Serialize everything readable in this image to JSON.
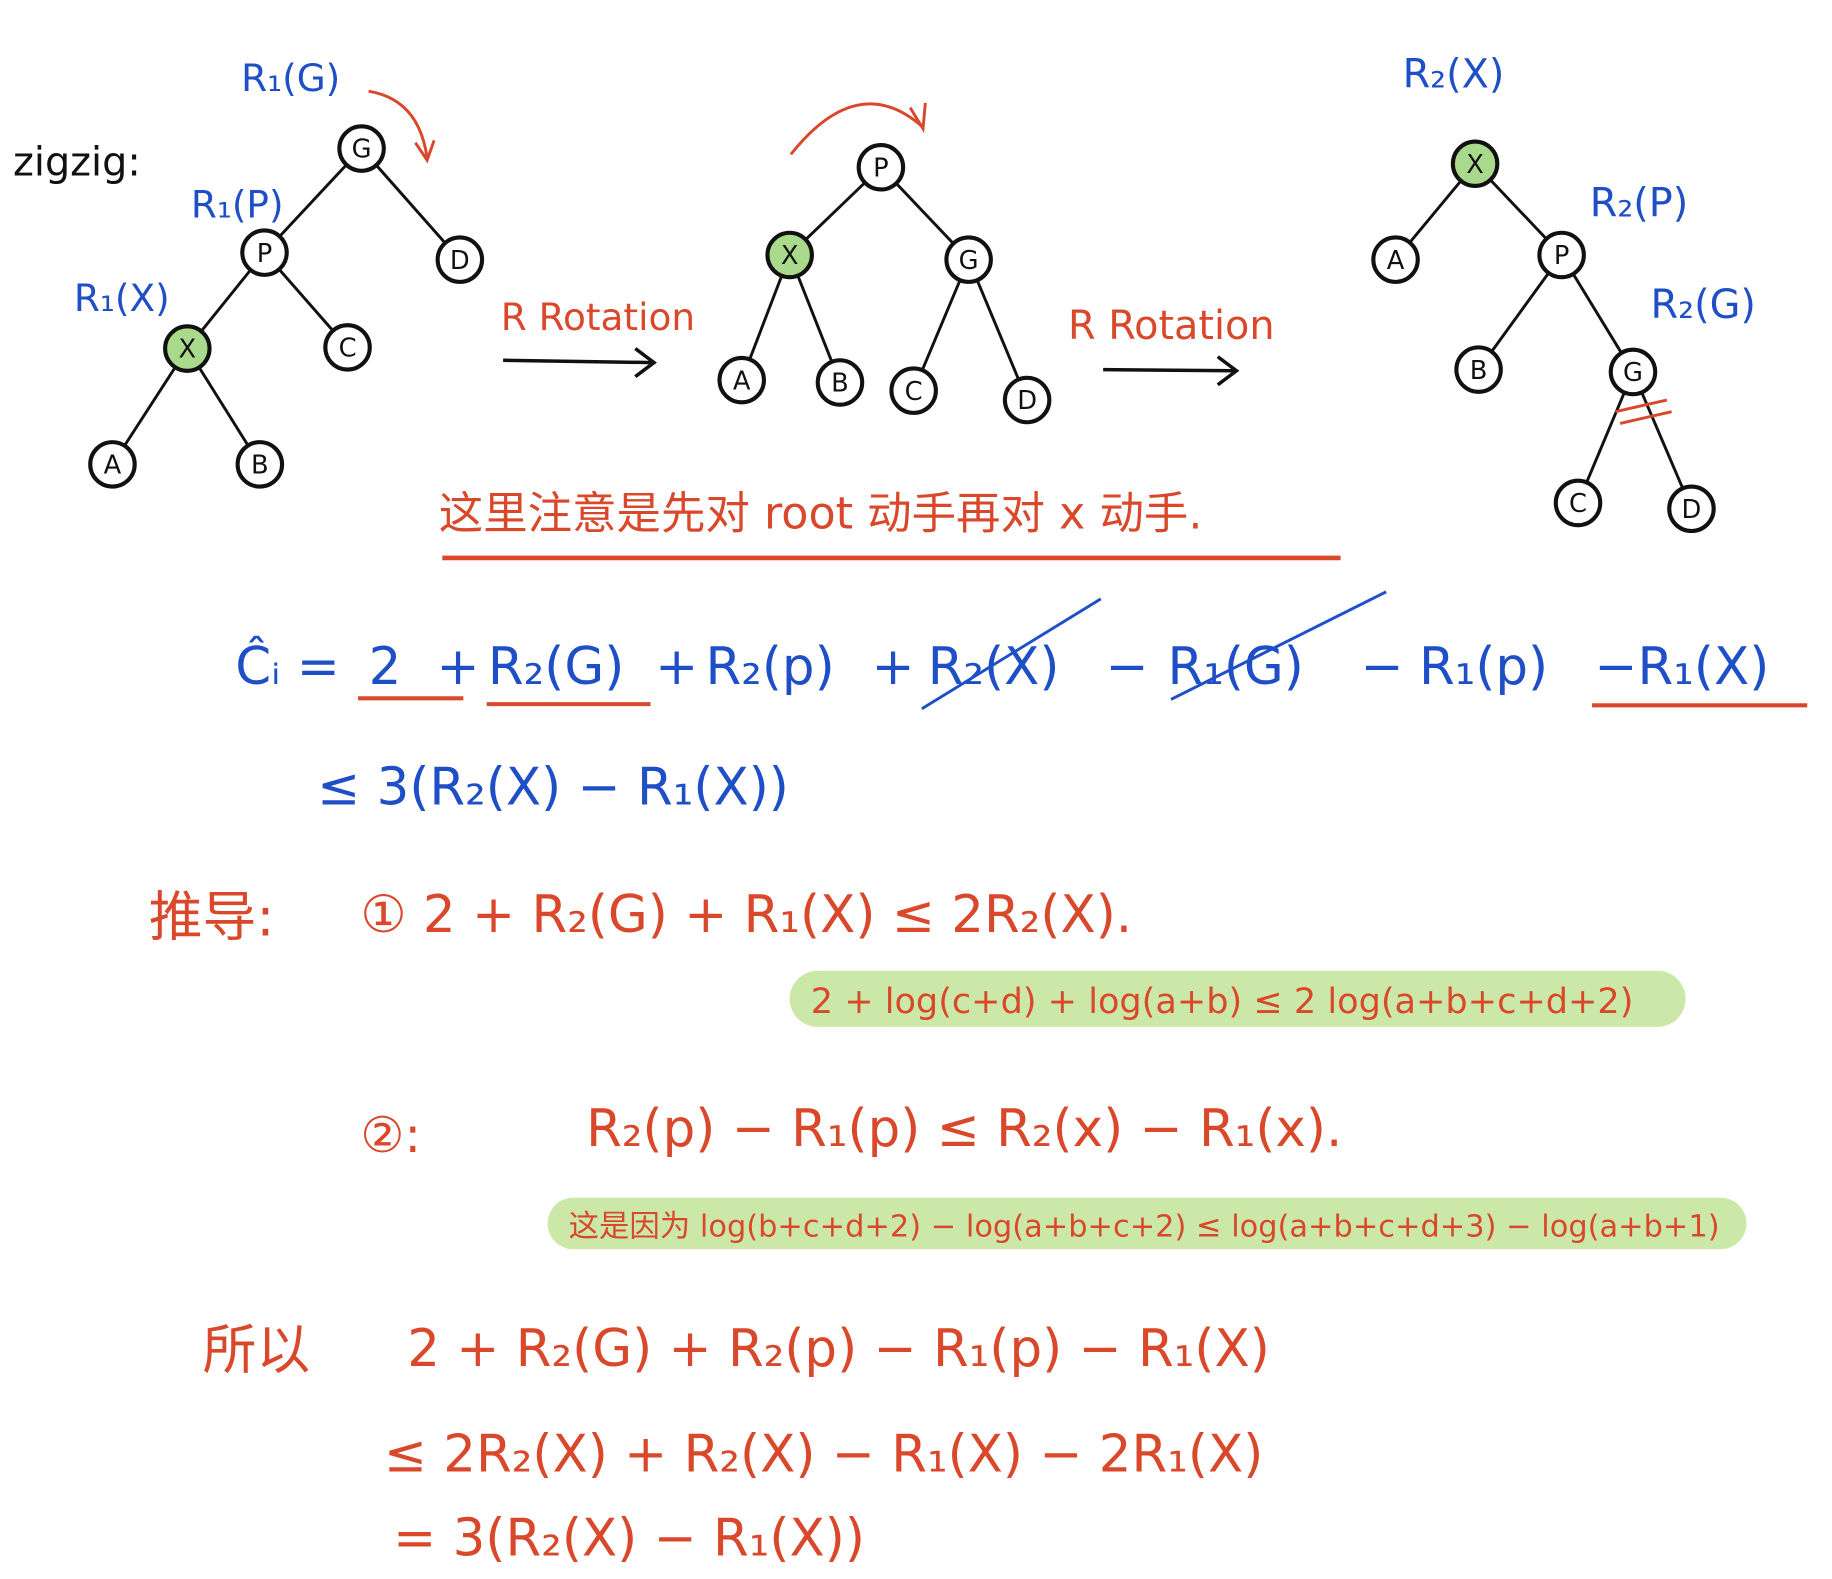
{
  "title": "zigzig:",
  "colors": {
    "blue": "#1f4fc7",
    "red": "#d9482b",
    "highlight": "#cce8a8",
    "node_x": "#a9d98a"
  },
  "trees": [
    {
      "labels": {
        "root": "R₁(G)",
        "p": "R₁(P)",
        "x": "R₁(X)"
      },
      "nodes": [
        "G",
        "P",
        "D",
        "X",
        "C",
        "A",
        "B"
      ]
    },
    {
      "nodes": [
        "P",
        "X",
        "G",
        "A",
        "B",
        "C",
        "D"
      ]
    },
    {
      "labels": {
        "root": "R₂(X)",
        "p": "R₂(P)",
        "g": "R₂(G)"
      },
      "nodes": [
        "X",
        "A",
        "P",
        "B",
        "G",
        "C",
        "D"
      ]
    }
  ],
  "rotation_labels": [
    "R Rotation",
    "R Rotation"
  ],
  "note": "这里注意是先对 root 动手再对 x 动手.",
  "equation": {
    "lhs": "Ĉᵢ =",
    "t1": "2",
    "p1": "+",
    "t2": "R₂(G)",
    "p2": "+",
    "t3": "R₂(p)",
    "p3": "+",
    "t4": "R₂(X)",
    "m1": "−",
    "t5": "R₁(G)",
    "m2": "−",
    "t6": "R₁(p)",
    "t7": "−R₁(X)",
    "bound": "≤ 3(R₂(X) − R₁(X))"
  },
  "derivation": {
    "heading": "推导:",
    "step1": "① 2 + R₂(G) + R₁(X)  ≤ 2R₂(X).",
    "step1_note": "2 + log(c+d) + log(a+b) ≤ 2 log(a+b+c+d+2)",
    "step2_label": "②:",
    "step2": "R₂(p) − R₁(p) ≤ R₂(x) − R₁(x).",
    "step2_note": "这是因为 log(b+c+d+2) − log(a+b+c+2) ≤ log(a+b+c+d+3) − log(a+b+1)",
    "so_label": "所以",
    "so1": "2 + R₂(G) + R₂(p) − R₁(p) − R₁(X)",
    "so2": "≤ 2R₂(X) + R₂(X) − R₁(X) − 2R₁(X)",
    "so3": "= 3(R₂(X) − R₁(X))"
  }
}
